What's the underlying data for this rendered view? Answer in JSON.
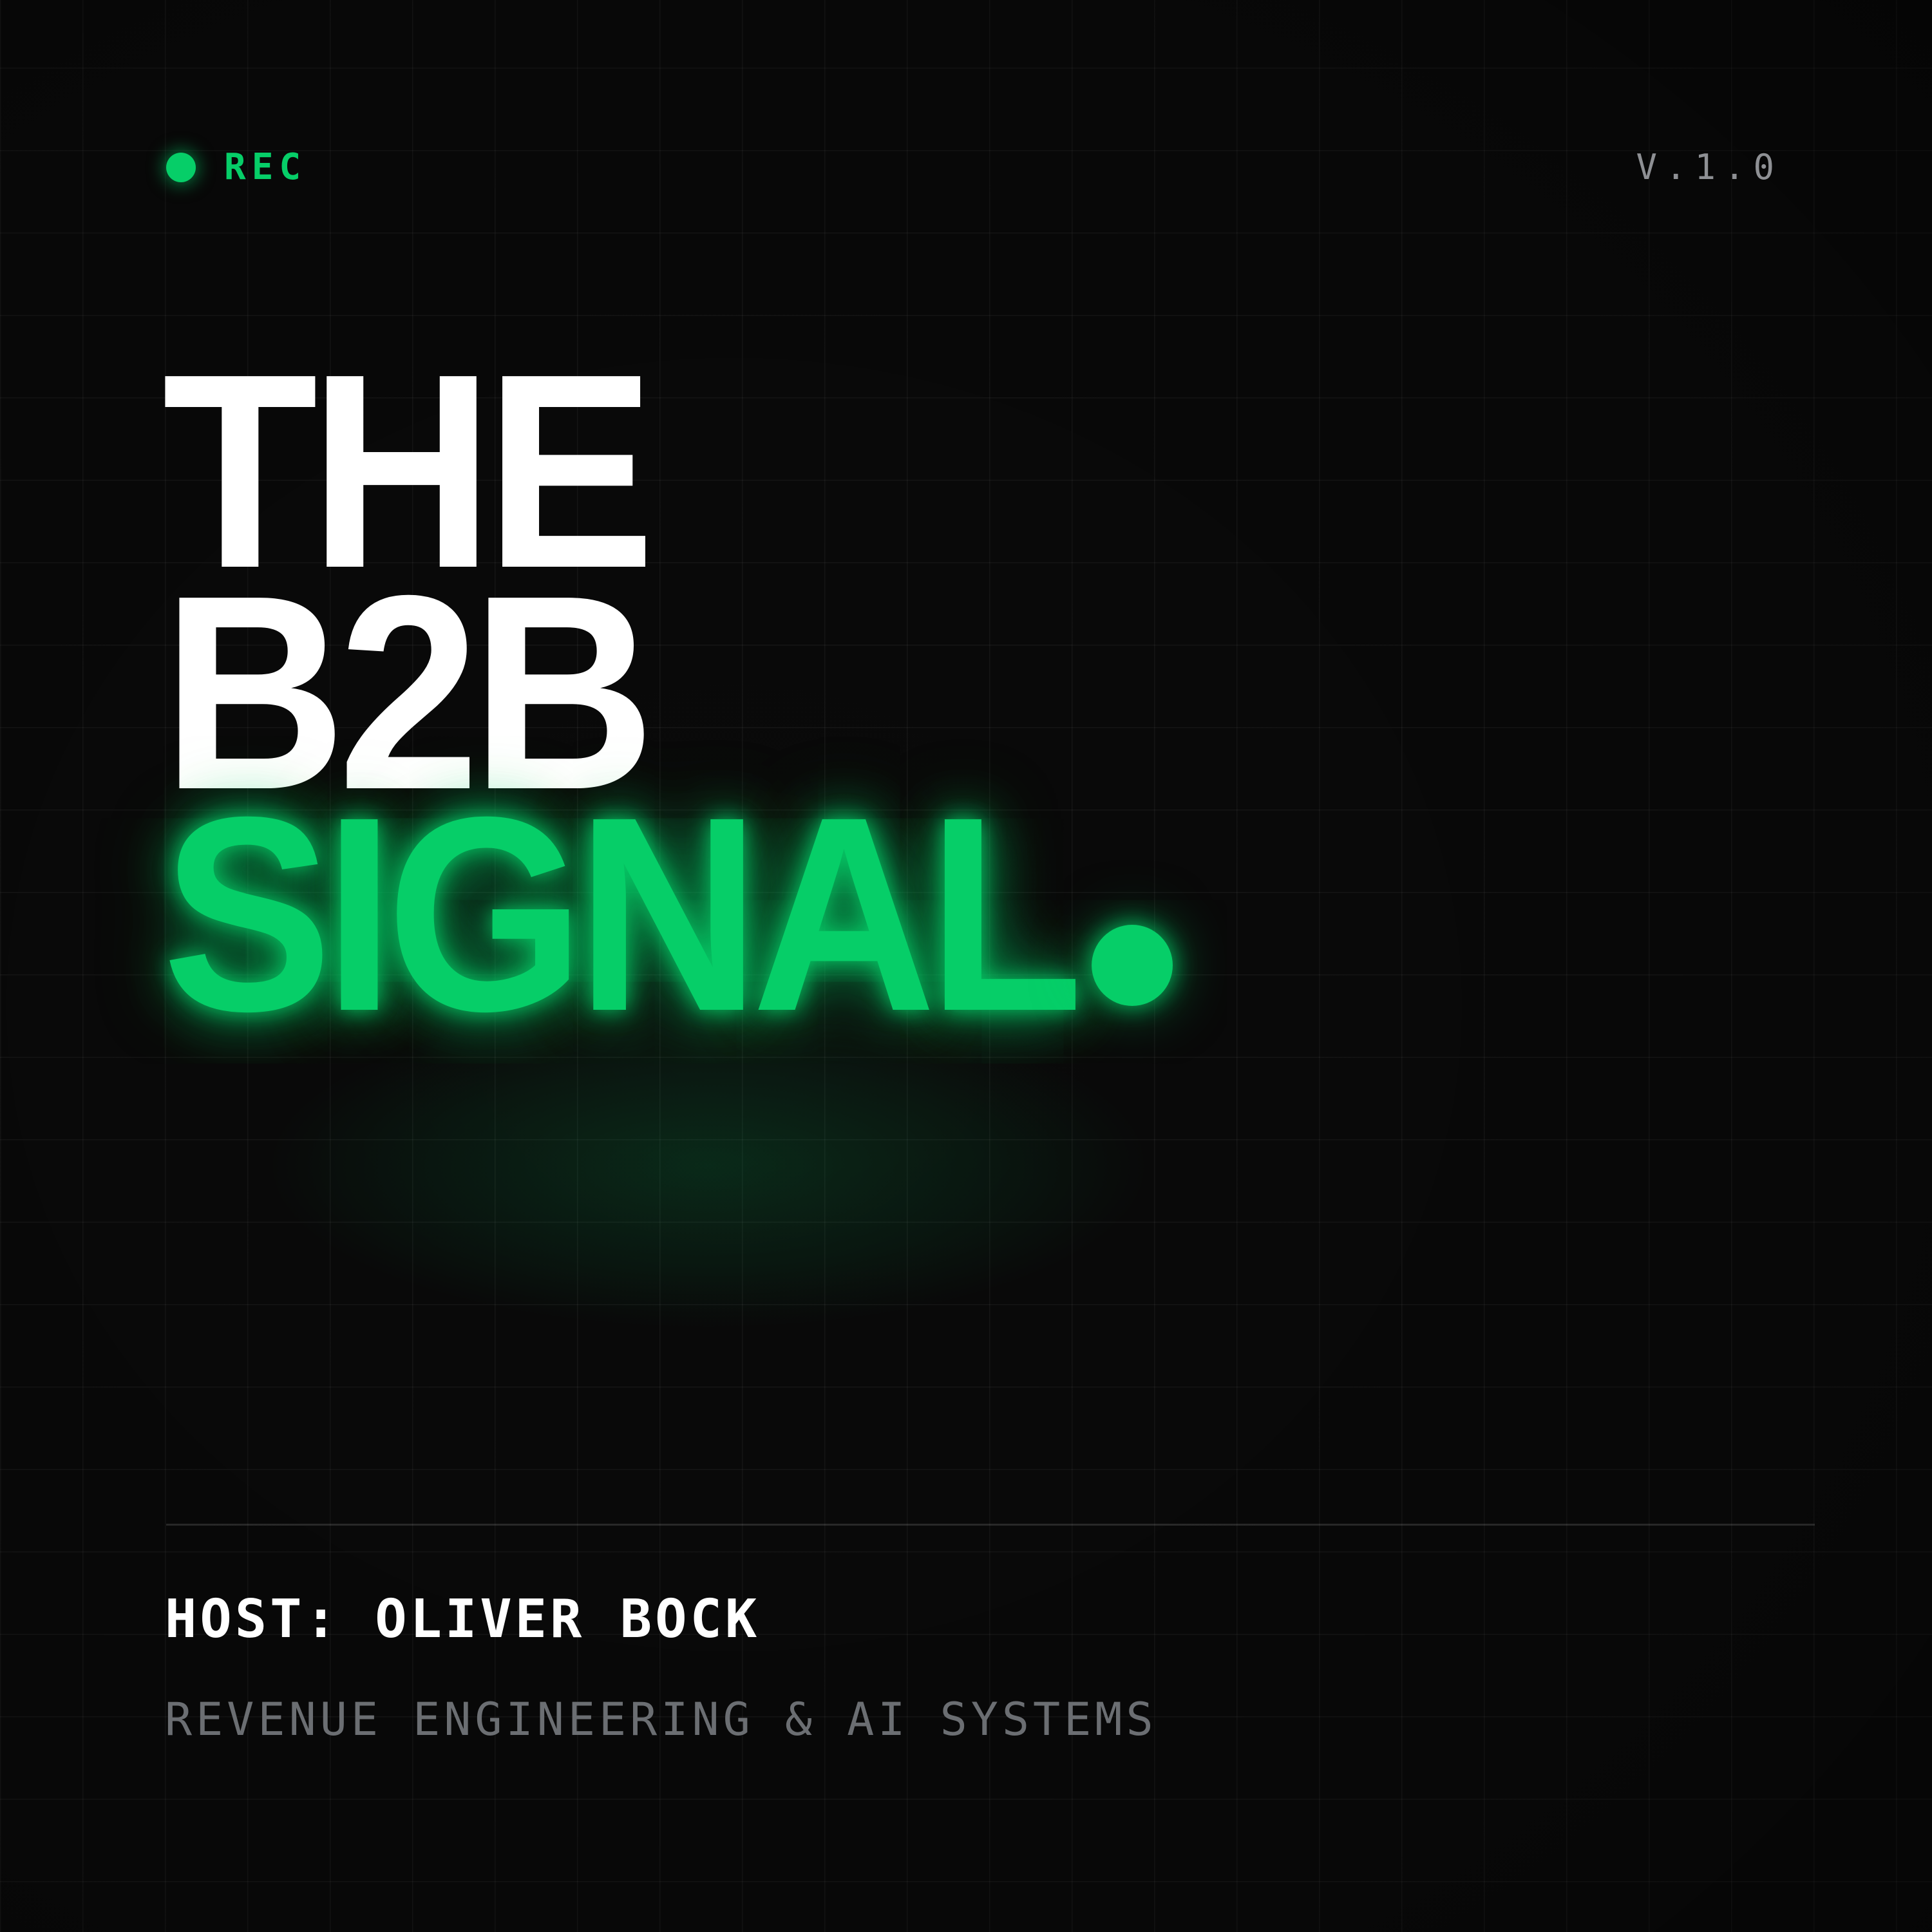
{
  "meta": {
    "background_color": "#0a0a0a",
    "accent_green": "#06ce68",
    "text_white": "#ffffff",
    "text_muted": "#6b6e72",
    "grid_line_color": "rgba(255,255,255,0.055)"
  },
  "header": {
    "rec_label": "REC",
    "rec_icon": "record-dot-icon",
    "version_label": "V.1.0"
  },
  "wordmark": {
    "line1": "THE",
    "line2": "B2B",
    "line3": "SIGNAL",
    "terminal_dot_icon": "period-dot-icon"
  },
  "credits": {
    "host_line": "HOST: OLIVER BOCK",
    "tagline": "REVENUE ENGINEERING & AI SYSTEMS"
  }
}
